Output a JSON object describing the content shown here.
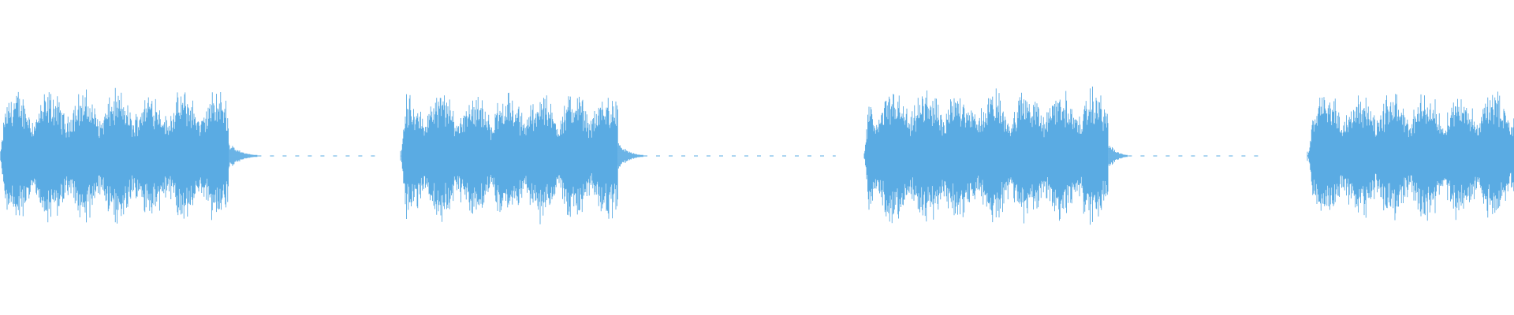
{
  "waveform": {
    "color": "#5aabe3",
    "background": "#ffffff",
    "segments": [
      {
        "start": 0.0,
        "end": 0.151,
        "amplitude": 0.9,
        "decay_end": 0.17
      },
      {
        "start": 0.265,
        "end": 0.408,
        "amplitude": 0.88,
        "decay_end": 0.425
      },
      {
        "start": 0.571,
        "end": 0.732,
        "amplitude": 0.92,
        "decay_end": 0.745
      },
      {
        "start": 0.864,
        "end": 1.0,
        "amplitude": 0.88,
        "decay_end": 1.0
      }
    ],
    "silence_dash_segments": [
      {
        "start": 0.17,
        "end": 0.25
      },
      {
        "start": 0.425,
        "end": 0.552
      },
      {
        "start": 0.745,
        "end": 0.832
      }
    ]
  }
}
